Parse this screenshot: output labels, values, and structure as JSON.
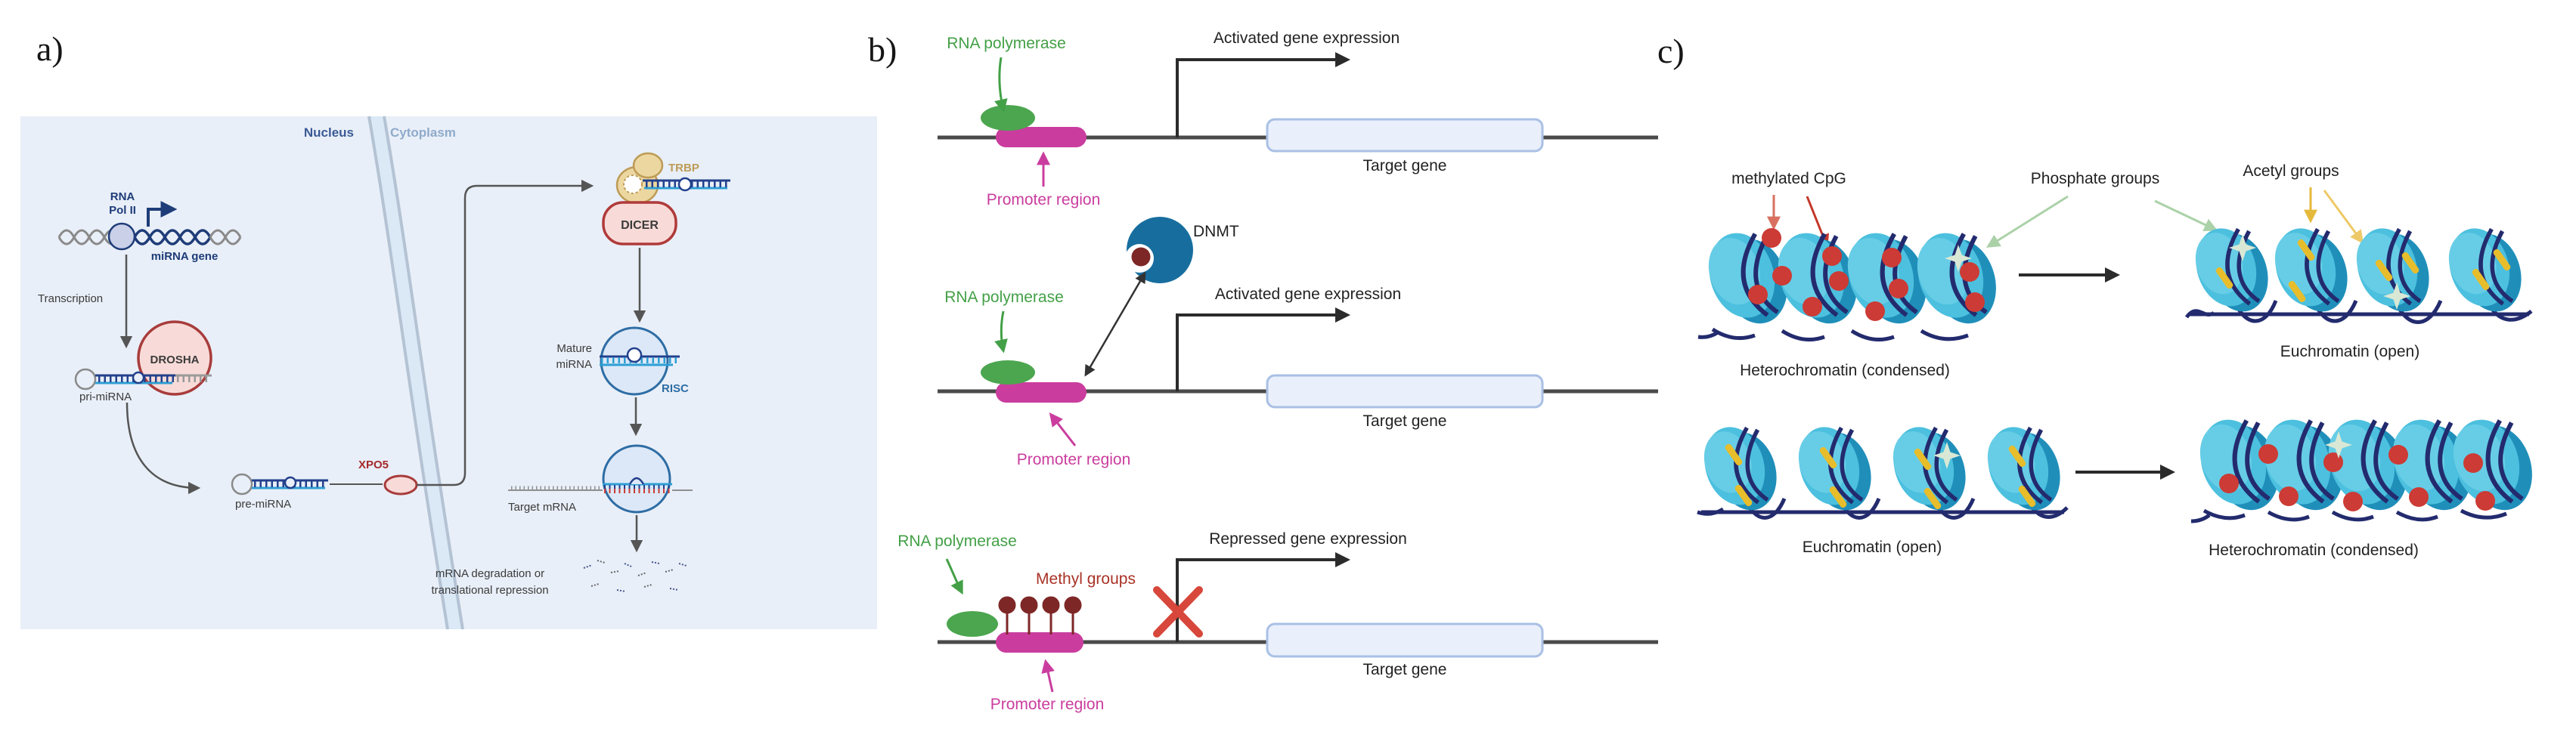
{
  "figure": {
    "panel_a": {
      "label": "a)",
      "nucleus": "Nucleus",
      "cytoplasm": "Cytoplasm",
      "rna_pol_line1": "RNA",
      "rna_pol_line2": "Pol II",
      "mirna_gene": "miRNA gene",
      "transcription": "Transcription",
      "drosha": "DROSHA",
      "pri_mirna": "pri-miRNA",
      "pre_mirna": "pre-miRNA",
      "xpo5": "XPO5",
      "trbp": "TRBP",
      "dicer": "DICER",
      "mature_line1": "Mature",
      "mature_line2": "miRNA",
      "risc": "RISC",
      "target_mrna": "Target mRNA",
      "outcome_line1": "mRNA degradation or",
      "outcome_line2": "translational repression"
    },
    "panel_b": {
      "label": "b)",
      "rna_polymerase": "RNA polymerase",
      "promoter_region": "Promoter region",
      "activated_expression": "Activated gene expression",
      "repressed_expression": "Repressed gene expression",
      "target_gene": "Target gene",
      "dnmt": "DNMT",
      "methyl_groups": "Methyl groups"
    },
    "panel_c": {
      "label": "c)",
      "methylated_cpg": "methylated CpG",
      "phosphate_groups": "Phosphate groups",
      "acetyl_groups": "Acetyl groups",
      "heterochromatin": "Heterochromatin (condensed)",
      "euchromatin": "Euchromatin (open)"
    },
    "colors": {
      "panel_bg": "#e9eff8",
      "green": "#43a047",
      "magenta": "#ca3d9e",
      "dnmt_blue": "#176e9e",
      "methyl_dark_red": "#7e2727",
      "red_x": "#d8473b",
      "nucleosome_cyan": "#31a9cf",
      "nucleosome_light": "#63c5dd",
      "dna_navy": "#232b6e",
      "cpg_red": "#cc3b35",
      "acetyl_yellow": "#e7bd2b",
      "phosphate_star": "#d9e8d4",
      "pink_enzyme": "#f8dbd8",
      "enzyme_border": "#a83c3c",
      "risc_blue": "#dce8f7",
      "risc_border": "#2e6da4",
      "trbp_tan": "#ecd7a0"
    }
  }
}
